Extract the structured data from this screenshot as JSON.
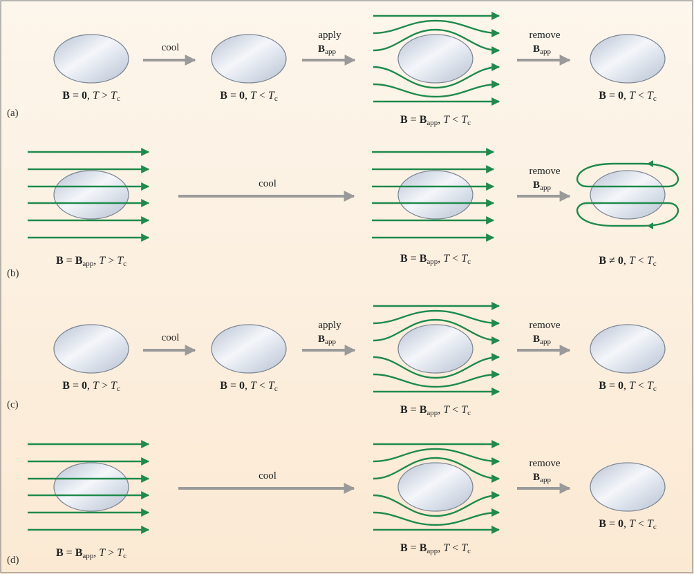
{
  "panels": [
    {
      "letter": "(a)",
      "objects": [
        {
          "field": "none",
          "caption": {
            "lhs": "B",
            "rel": "=",
            "rhs_bold": "0",
            "rhs_sub": "",
            "temp": "T",
            "temp_rel": ">",
            "temp_sub": "c"
          }
        },
        {
          "field": "none",
          "caption": {
            "lhs": "B",
            "rel": "=",
            "rhs_bold": "0",
            "rhs_sub": "",
            "temp": "T",
            "temp_rel": "<",
            "temp_sub": "c"
          }
        },
        {
          "field": "expelled",
          "caption": {
            "lhs": "B",
            "rel": "=",
            "rhs_bold": "B",
            "rhs_sub": "app",
            "temp": "T",
            "temp_rel": "<",
            "temp_sub": "c"
          }
        },
        {
          "field": "none",
          "caption": {
            "lhs": "B",
            "rel": "=",
            "rhs_bold": "0",
            "rhs_sub": "",
            "temp": "T",
            "temp_rel": "<",
            "temp_sub": "c"
          }
        }
      ],
      "steps": [
        {
          "top": "cool",
          "bottom_bold": "",
          "bottom_sub": ""
        },
        {
          "top": "apply",
          "bottom_bold": "B",
          "bottom_sub": "app"
        },
        {
          "top": "remove",
          "bottom_bold": "B",
          "bottom_sub": "app"
        }
      ]
    },
    {
      "letter": "(b)",
      "objects": [
        {
          "field": "through",
          "caption": {
            "lhs": "B",
            "rel": "=",
            "rhs_bold": "B",
            "rhs_sub": "app",
            "temp": "T",
            "temp_rel": ">",
            "temp_sub": "c"
          }
        },
        {
          "field": "through",
          "caption": {
            "lhs": "B",
            "rel": "=",
            "rhs_bold": "B",
            "rhs_sub": "app",
            "temp": "T",
            "temp_rel": "<",
            "temp_sub": "c"
          }
        },
        {
          "field": "trapped",
          "caption": {
            "lhs": "B",
            "rel": "≠",
            "rhs_bold": "0",
            "rhs_sub": "",
            "temp": "T",
            "temp_rel": "<",
            "temp_sub": "c"
          }
        }
      ],
      "steps": [
        {
          "top": "cool",
          "bottom_bold": "",
          "bottom_sub": ""
        },
        {
          "top": "remove",
          "bottom_bold": "B",
          "bottom_sub": "app"
        }
      ]
    },
    {
      "letter": "(c)",
      "objects": [
        {
          "field": "none",
          "caption": {
            "lhs": "B",
            "rel": "=",
            "rhs_bold": "0",
            "rhs_sub": "",
            "temp": "T",
            "temp_rel": ">",
            "temp_sub": "c"
          }
        },
        {
          "field": "none",
          "caption": {
            "lhs": "B",
            "rel": "=",
            "rhs_bold": "0",
            "rhs_sub": "",
            "temp": "T",
            "temp_rel": "<",
            "temp_sub": "c"
          }
        },
        {
          "field": "expelled",
          "caption": {
            "lhs": "B",
            "rel": "=",
            "rhs_bold": "B",
            "rhs_sub": "app",
            "temp": "T",
            "temp_rel": "<",
            "temp_sub": "c"
          }
        },
        {
          "field": "none",
          "caption": {
            "lhs": "B",
            "rel": "=",
            "rhs_bold": "0",
            "rhs_sub": "",
            "temp": "T",
            "temp_rel": "<",
            "temp_sub": "c"
          }
        }
      ],
      "steps": [
        {
          "top": "cool",
          "bottom_bold": "",
          "bottom_sub": ""
        },
        {
          "top": "apply",
          "bottom_bold": "B",
          "bottom_sub": "app"
        },
        {
          "top": "remove",
          "bottom_bold": "B",
          "bottom_sub": "app"
        }
      ]
    },
    {
      "letter": "(d)",
      "objects": [
        {
          "field": "through",
          "caption": {
            "lhs": "B",
            "rel": "=",
            "rhs_bold": "B",
            "rhs_sub": "app",
            "temp": "T",
            "temp_rel": ">",
            "temp_sub": "c"
          }
        },
        {
          "field": "expelled",
          "caption": {
            "lhs": "B",
            "rel": "=",
            "rhs_bold": "B",
            "rhs_sub": "app",
            "temp": "T",
            "temp_rel": "<",
            "temp_sub": "c"
          }
        },
        {
          "field": "none",
          "caption": {
            "lhs": "B",
            "rel": "=",
            "rhs_bold": "0",
            "rhs_sub": "",
            "temp": "T",
            "temp_rel": "<",
            "temp_sub": "c"
          }
        }
      ],
      "steps": [
        {
          "top": "cool",
          "bottom_bold": "",
          "bottom_sub": ""
        },
        {
          "top": "remove",
          "bottom_bold": "B",
          "bottom_sub": "app"
        }
      ]
    }
  ],
  "colors": {
    "field_line": "#1e8a4c",
    "process_arrow": "#9a9a9a",
    "sphere_edge": "#7d8794",
    "sphere_light": "#f4f6fa",
    "sphere_dark": "#b7c2d3",
    "background_top": "#fdf6ec",
    "background_bottom": "#fbe9d3",
    "border": "#888888"
  },
  "icons": {
    "field_line": "arrow-right-icon",
    "process": "thick-arrow-right-icon",
    "sample": "ellipse-sphere-icon"
  }
}
